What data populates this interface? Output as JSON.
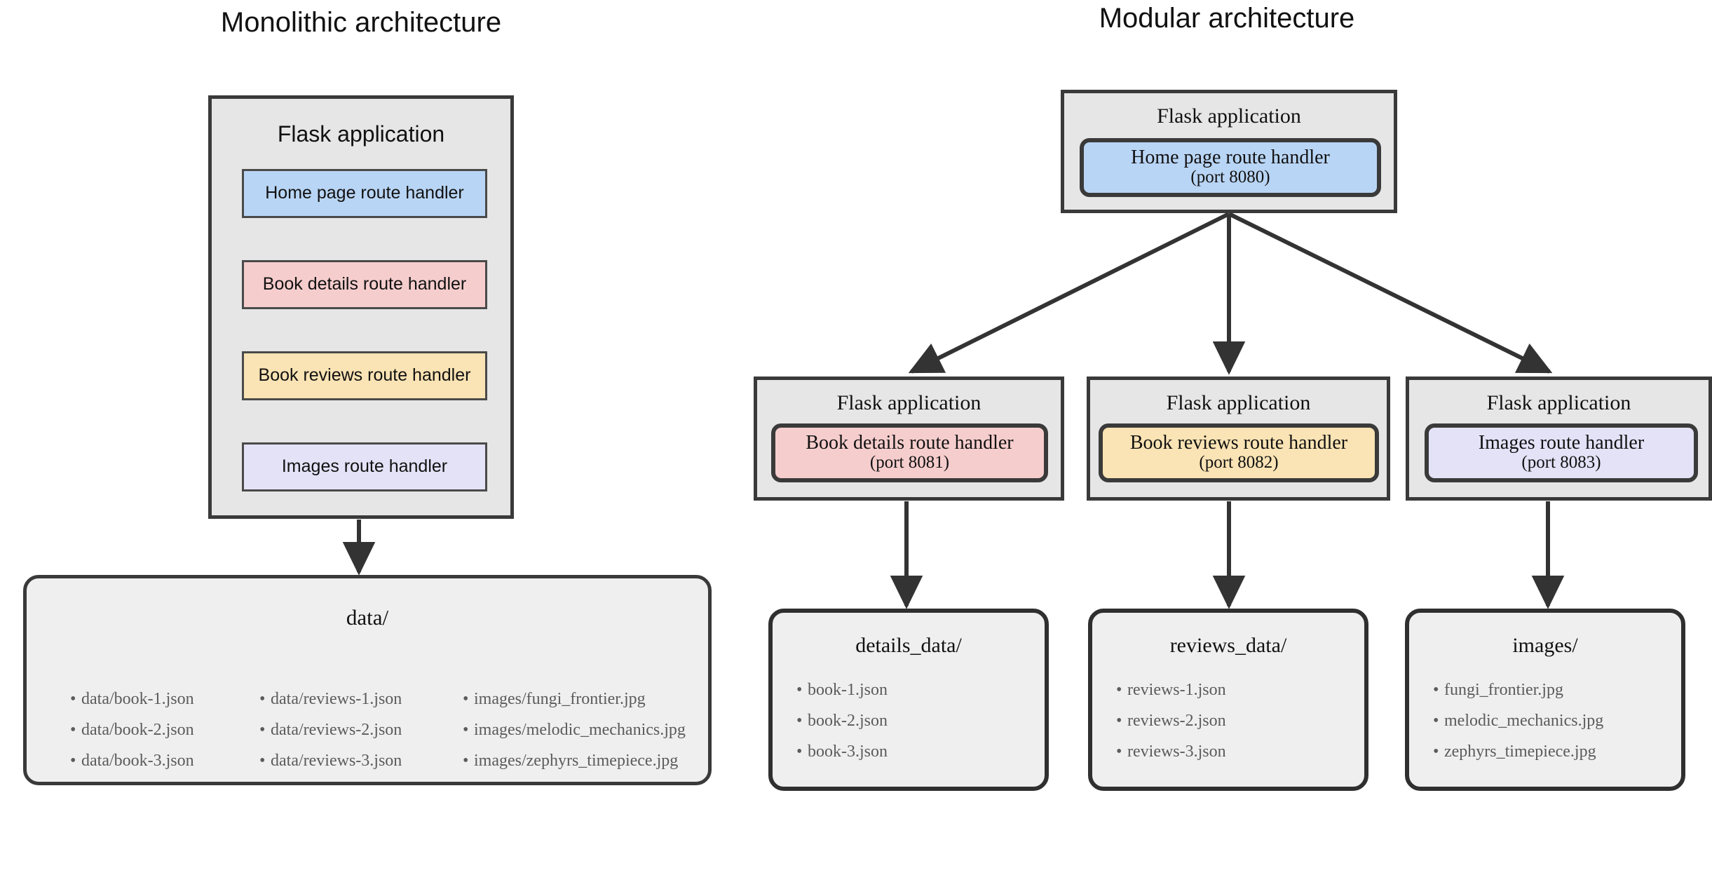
{
  "panels": {
    "monolithic": {
      "title": "Monolithic architecture",
      "app": {
        "title": "Flask application",
        "handlers": [
          {
            "label": "Home page route handler",
            "color": "#b9d5f5"
          },
          {
            "label": "Book details route handler",
            "color": "#f6cdcd"
          },
          {
            "label": "Book reviews route handler",
            "color": "#fae3b4"
          },
          {
            "label": "Images route handler",
            "color": "#e4e2f7"
          }
        ]
      },
      "data_store": {
        "title": "data/",
        "columns": [
          [
            "data/book-1.json",
            "data/book-2.json",
            "data/book-3.json"
          ],
          [
            "data/reviews-1.json",
            "data/reviews-2.json",
            "data/reviews-3.json"
          ],
          [
            "images/fungi_frontier.jpg",
            "images/melodic_mechanics.jpg",
            "images/zephyrs_timepiece.jpg"
          ]
        ]
      }
    },
    "modular": {
      "title": "Modular architecture",
      "root_app": {
        "title": "Flask application",
        "handler": {
          "label": "Home page route handler",
          "port": "(port 8080)",
          "color": "#b9d5f5"
        }
      },
      "services": [
        {
          "app_title": "Flask application",
          "handler": {
            "label": "Book details route handler",
            "port": "(port 8081)",
            "color": "#f6cdcd"
          },
          "data_store": {
            "title": "details_data/",
            "files": [
              "book-1.json",
              "book-2.json",
              "book-3.json"
            ]
          }
        },
        {
          "app_title": "Flask application",
          "handler": {
            "label": "Book reviews route handler",
            "port": "(port 8082)",
            "color": "#fae3b4"
          },
          "data_store": {
            "title": "reviews_data/",
            "files": [
              "reviews-1.json",
              "reviews-2.json",
              "reviews-3.json"
            ]
          }
        },
        {
          "app_title": "Flask application",
          "handler": {
            "label": "Images route handler",
            "port": "(port 8083)",
            "color": "#e4e2f7"
          },
          "data_store": {
            "title": "images/",
            "files": [
              "fungi_frontier.jpg",
              "melodic_mechanics.jpg",
              "zephyrs_timepiece.jpg"
            ]
          }
        }
      ]
    }
  },
  "colors": {
    "box_fill": "#e6e6e6",
    "data_fill": "#efefef",
    "border": "#3a3a3a",
    "arrow": "#333333",
    "text": "#111111",
    "muted_text": "#5b5b5b"
  }
}
